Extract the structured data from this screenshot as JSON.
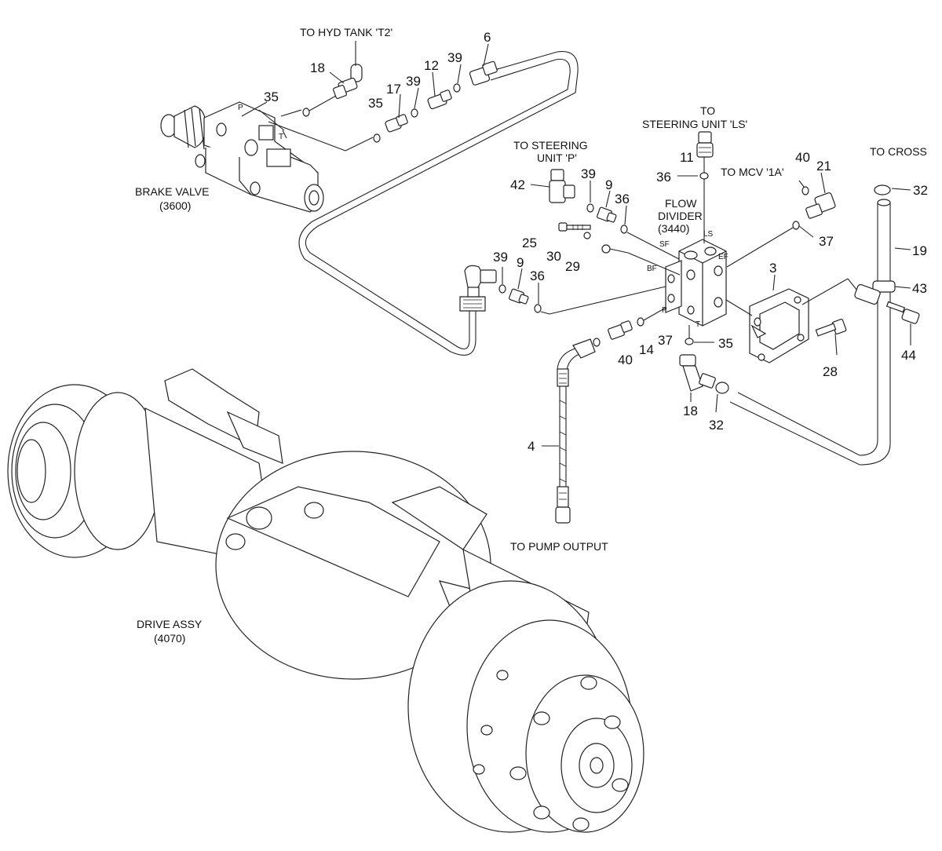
{
  "callouts": {
    "n18a": "18",
    "n35a": "35",
    "n35b": "35",
    "n17": "17",
    "n39a": "39",
    "n12": "12",
    "n39b": "39",
    "n6": "6",
    "n11": "11",
    "n36a": "36",
    "n40a": "40",
    "n21": "21",
    "n32a": "32",
    "n42": "42",
    "n39c": "39",
    "n9a": "9",
    "n36b": "36",
    "n25": "25",
    "n30": "30",
    "n29": "29",
    "n37a": "37",
    "n19": "19",
    "n3": "3",
    "n43": "43",
    "n39d": "39",
    "n9b": "9",
    "n36c": "36",
    "n37b": "37",
    "n14": "14",
    "n40b": "40",
    "n35c": "35",
    "n28": "28",
    "n44": "44",
    "n18b": "18",
    "n32b": "32",
    "n4": "4"
  },
  "labels": {
    "to_hyd_tank": "TO HYD TANK 'T2'",
    "to_steering_ls_1": "TO",
    "to_steering_ls_2": "STEERING UNIT 'LS'",
    "to_steering_p_1": "TO  STEERING",
    "to_steering_p_2": "UNIT 'P'",
    "to_mcv": "TO MCV '1A'",
    "to_cross": "TO CROSS",
    "flow_divider_1": "FLOW",
    "flow_divider_2": "DIVIDER",
    "flow_divider_3": "(3440)",
    "brake_valve_1": "BRAKE VALVE",
    "brake_valve_2": "(3600)",
    "to_pump_output": "TO PUMP OUTPUT",
    "drive_assy_1": "DRIVE ASSY",
    "drive_assy_2": "(4070)"
  },
  "ports": {
    "p_brake": "P",
    "t_brake": "T",
    "ls": "LS",
    "sf": "SF",
    "ef": "EF",
    "bf": "BF",
    "p_fd": "P",
    "t_fd": "T"
  }
}
